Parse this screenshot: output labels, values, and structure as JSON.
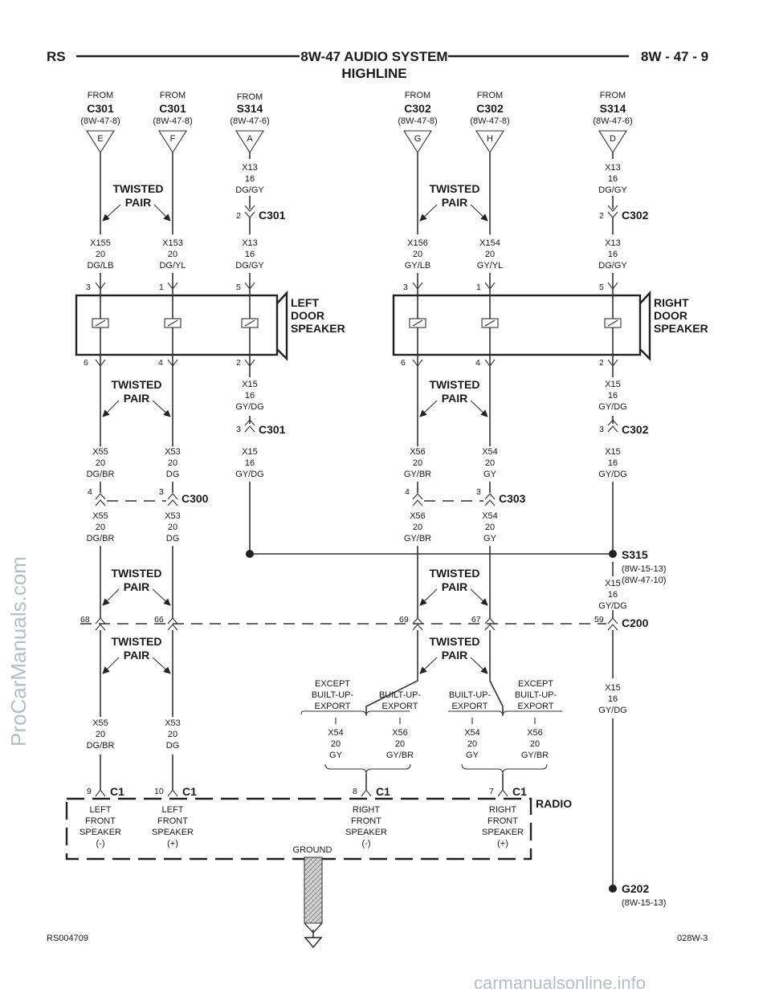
{
  "header": {
    "left": "RS",
    "title": "8W-47 AUDIO SYSTEM",
    "subtitle": "HIGHLINE",
    "right": "8W - 47 - 9"
  },
  "sources": [
    {
      "from": "FROM",
      "conn": "C301",
      "ref": "(8W-47-8)",
      "pin": "E"
    },
    {
      "from": "FROM",
      "conn": "C301",
      "ref": "(8W-47-8)",
      "pin": "F"
    },
    {
      "from": "FROM",
      "conn": "S314",
      "ref": "(8W-47-6)",
      "pin": "A"
    },
    {
      "from": "FROM",
      "conn": "C302",
      "ref": "(8W-47-8)",
      "pin": "G"
    },
    {
      "from": "FROM",
      "conn": "C302",
      "ref": "(8W-47-8)",
      "pin": "H"
    },
    {
      "from": "FROM",
      "conn": "S314",
      "ref": "(8W-47-6)",
      "pin": "D"
    }
  ],
  "twisted_pair": {
    "l1": "TWISTED",
    "l2": "PAIR"
  },
  "left_speaker": {
    "l1": "LEFT",
    "l2": "DOOR",
    "l3": "SPEAKER"
  },
  "right_speaker": {
    "l1": "RIGHT",
    "l2": "DOOR",
    "l3": "SPEAKER"
  },
  "connectors": {
    "c301_a": "C301",
    "c301_b": "C301",
    "c302_a": "C302",
    "c302_b": "C302",
    "c300": "C300",
    "c303": "C303",
    "c200": "C200",
    "s315": "S315",
    "s315_ref1": "(8W-15-13)",
    "s315_ref2": "(8W-47-10)",
    "g202": "G202",
    "g202_ref": "(8W-15-13)",
    "c1": "C1",
    "radio": "RADIO",
    "ground": "GROUND"
  },
  "wires": {
    "x13_a": [
      "X13",
      "16",
      "DG/GY"
    ],
    "x13_b": [
      "X13",
      "16",
      "DG/GY"
    ],
    "x13_c": [
      "X13",
      "16",
      "DG/GY"
    ],
    "x13_d": [
      "X13",
      "16",
      "DG/GY"
    ],
    "x155": [
      "X155",
      "20",
      "DG/LB"
    ],
    "x153": [
      "X153",
      "20",
      "DG/YL"
    ],
    "x156": [
      "X156",
      "20",
      "GY/LB"
    ],
    "x154": [
      "X154",
      "20",
      "GY/YL"
    ],
    "x15_a": [
      "X15",
      "16",
      "GY/DG"
    ],
    "x15_b": [
      "X15",
      "16",
      "GY/DG"
    ],
    "x15_c": [
      "X15",
      "16",
      "GY/DG"
    ],
    "x15_d": [
      "X15",
      "16",
      "GY/DG"
    ],
    "x15_e": [
      "X15",
      "16",
      "GY/DG"
    ],
    "x15_f": [
      "X15",
      "16",
      "GY/DG"
    ],
    "x55_a": [
      "X55",
      "20",
      "DG/BR"
    ],
    "x53_a": [
      "X53",
      "20",
      "DG"
    ],
    "x56_a": [
      "X56",
      "20",
      "GY/BR"
    ],
    "x54_a": [
      "X54",
      "20",
      "GY"
    ],
    "x55_b": [
      "X55",
      "20",
      "DG/BR"
    ],
    "x53_b": [
      "X53",
      "20",
      "DG"
    ],
    "x56_b": [
      "X56",
      "20",
      "GY/BR"
    ],
    "x54_b": [
      "X54",
      "20",
      "GY"
    ],
    "x55_c": [
      "X55",
      "20",
      "DG/BR"
    ],
    "x53_c": [
      "X53",
      "20",
      "DG"
    ],
    "x54_c": [
      "X54",
      "20",
      "GY"
    ],
    "x56_c": [
      "X56",
      "20",
      "GY/BR"
    ],
    "x54_d": [
      "X54",
      "20",
      "GY"
    ],
    "x56_d": [
      "X56",
      "20",
      "GY/BR"
    ]
  },
  "options": {
    "except": [
      "EXCEPT",
      "BUILT-UP-",
      "EXPORT"
    ],
    "export": [
      "BUILT-UP-",
      "EXPORT"
    ]
  },
  "pins": {
    "l3": "3",
    "l1": "1",
    "l5": "5",
    "l6": "6",
    "l4": "4",
    "l2": "2",
    "r3": "3",
    "r1": "1",
    "r5": "5",
    "r6": "6",
    "r4": "4",
    "r2": "2",
    "c301a": "2",
    "c302a": "2",
    "c301b": "3",
    "c302b": "3",
    "c300_4": "4",
    "c300_3": "3",
    "c303_4": "4",
    "c303_3": "3",
    "p68": "68",
    "p66": "66",
    "p69": "69",
    "p67": "67",
    "p59": "59",
    "r9": "9",
    "r10": "10",
    "r8": "8",
    "r7": "7"
  },
  "radio_pins": {
    "lf_neg": [
      "LEFT",
      "FRONT",
      "SPEAKER",
      "(-)"
    ],
    "lf_pos": [
      "LEFT",
      "FRONT",
      "SPEAKER",
      "(+)"
    ],
    "rf_neg": [
      "RIGHT",
      "FRONT",
      "SPEAKER",
      "(-)"
    ],
    "rf_pos": [
      "RIGHT",
      "FRONT",
      "SPEAKER",
      "(+)"
    ]
  },
  "footer": {
    "left": "RS004709",
    "right": "028W-3"
  },
  "watermarks": {
    "side": "ProCarManuals.com",
    "bottom": "carmanualsonline.info"
  }
}
